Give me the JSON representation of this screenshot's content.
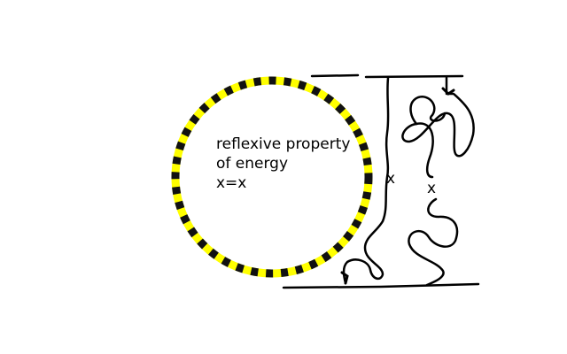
{
  "caption": {
    "line1": "reflexive property",
    "line2": "of energy",
    "line3": "x=x"
  },
  "strand_labels": {
    "left": "x",
    "right": "x"
  },
  "colors": {
    "ring_stripe_a": "#ffff00",
    "ring_stripe_b": "#111111",
    "ink": "#000000",
    "background": "#ffffff"
  }
}
